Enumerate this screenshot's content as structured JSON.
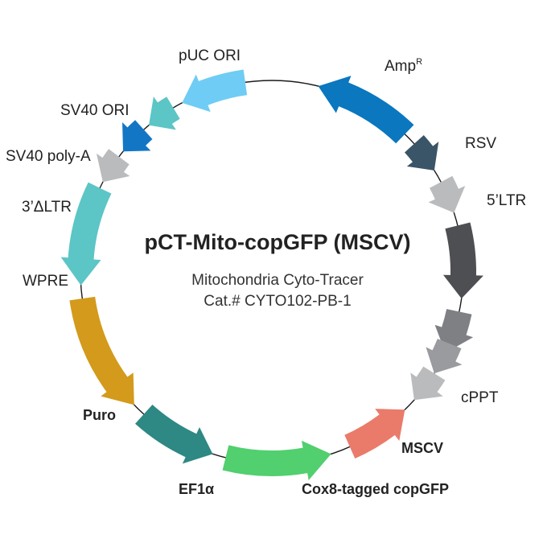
{
  "plasmid": {
    "name": "pCT-Mito-copGFP (MSCV)",
    "description": "Mitochondria Cyto-Tracer",
    "catalog": "Cat.# CYTO102-PB-1"
  },
  "features": [
    {
      "id": "ampr",
      "label": "Amp",
      "label_sup": "R",
      "color": "#0a77bf"
    },
    {
      "id": "rsv",
      "label": "RSV",
      "color": "#3a5468"
    },
    {
      "id": "ltr5",
      "label": "5’LTR",
      "color": "#b9bbbd"
    },
    {
      "id": "dark-gray-element",
      "label": "",
      "color": "#4d4f52"
    },
    {
      "id": "mid-gray-element",
      "label": "",
      "color": "#7e8083"
    },
    {
      "id": "gray-element-2",
      "label": "",
      "color": "#999b9e"
    },
    {
      "id": "cppt",
      "label": "cPPT",
      "color": "#b9bbbd"
    },
    {
      "id": "mscv",
      "label": "MSCV",
      "color": "#ea7b6b"
    },
    {
      "id": "cox8-copgfp",
      "label": "Cox8-tagged copGFP",
      "color": "#52cf6e"
    },
    {
      "id": "ef1a",
      "label": "EF1α",
      "color": "#2e8883"
    },
    {
      "id": "puro",
      "label": "Puro",
      "color": "#d49a1c"
    },
    {
      "id": "wpre",
      "label": "WPRE",
      "color": "#5cc5c6"
    },
    {
      "id": "ltr3",
      "label": "3’ΔLTR",
      "color": "#b9bbbd"
    },
    {
      "id": "sv40-polya",
      "label": "SV40 poly-A",
      "color": "#1276c5"
    },
    {
      "id": "sv40-ori",
      "label": "SV40 ORI",
      "color": "#5cc5c6"
    },
    {
      "id": "puc-ori",
      "label": "pUC ORI",
      "color": "#6fccf4"
    }
  ]
}
